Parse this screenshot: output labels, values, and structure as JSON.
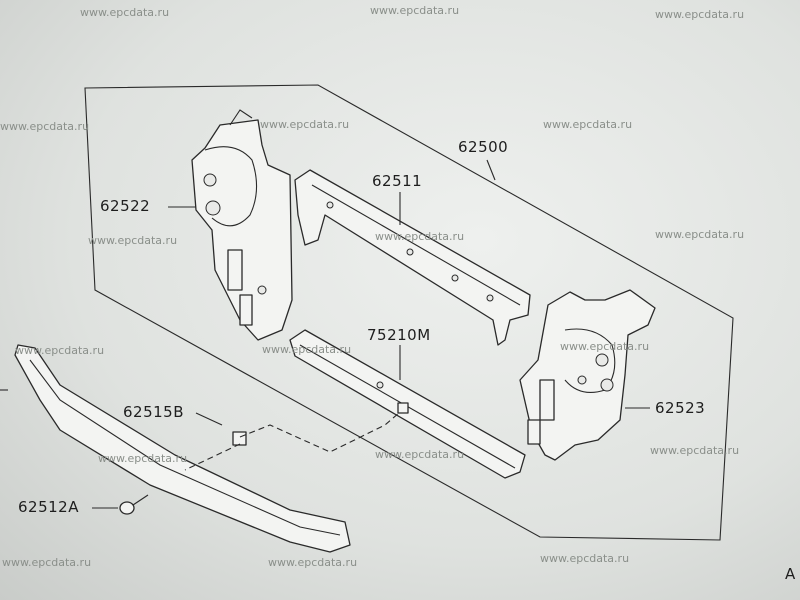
{
  "watermarks": [
    "www.epcdata.ru",
    "www.epcdata.ru",
    "www.epcdata.ru",
    "www.epcdata.ru",
    "www.epcdata.ru",
    "www.epcdata.ru",
    "www.epcdata.ru",
    "www.epcdata.ru",
    "www.epcdata.ru",
    "www.epcdata.ru",
    "www.epcdata.ru",
    "www.epcdata.ru",
    "www.epcdata.ru",
    "www.epcdata.ru",
    "www.epcdata.ru",
    "www.epcdata.ru",
    "www.epcdata.ru",
    "www.epcdata.ru"
  ],
  "callouts": {
    "assembly": "62500",
    "upper_member": "62511",
    "left_side_member": "62522",
    "right_side_member": "62523",
    "lower_member": "75210M",
    "bracket": "62515B",
    "bolt": "62512A"
  },
  "corner_mark": "A"
}
